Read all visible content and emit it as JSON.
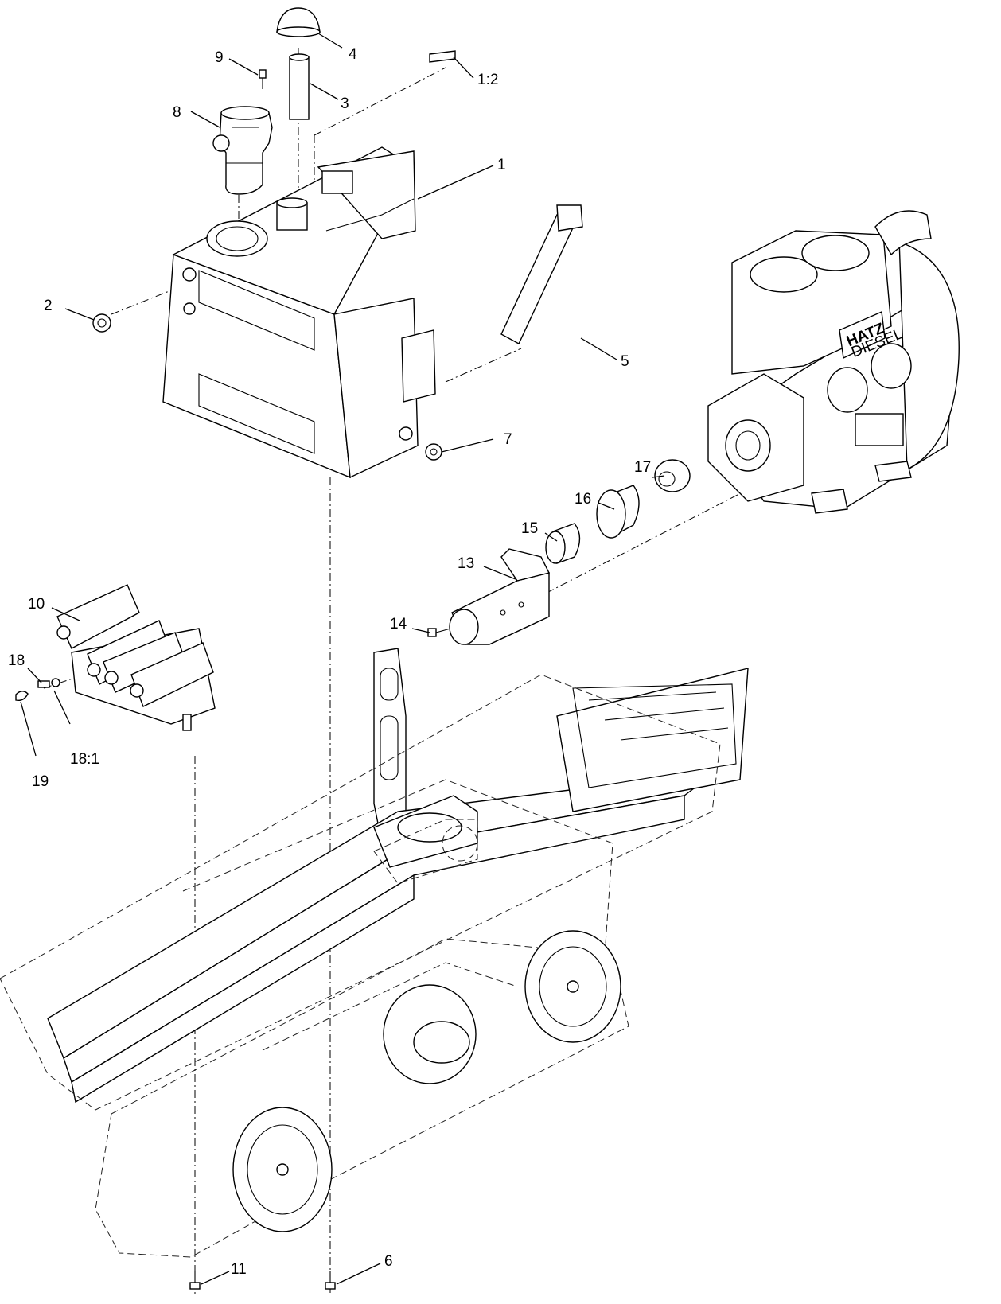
{
  "diagram": {
    "callouts": [
      "1",
      "1:2",
      "2",
      "3",
      "4",
      "5",
      "6",
      "7",
      "8",
      "9",
      "10",
      "11",
      "13",
      "14",
      "15",
      "16",
      "17",
      "18",
      "18:1",
      "19"
    ],
    "engine_brand": "HATZ",
    "engine_subtitle": "DIESEL"
  },
  "colors": {
    "line": "#000000",
    "background": "#ffffff"
  }
}
